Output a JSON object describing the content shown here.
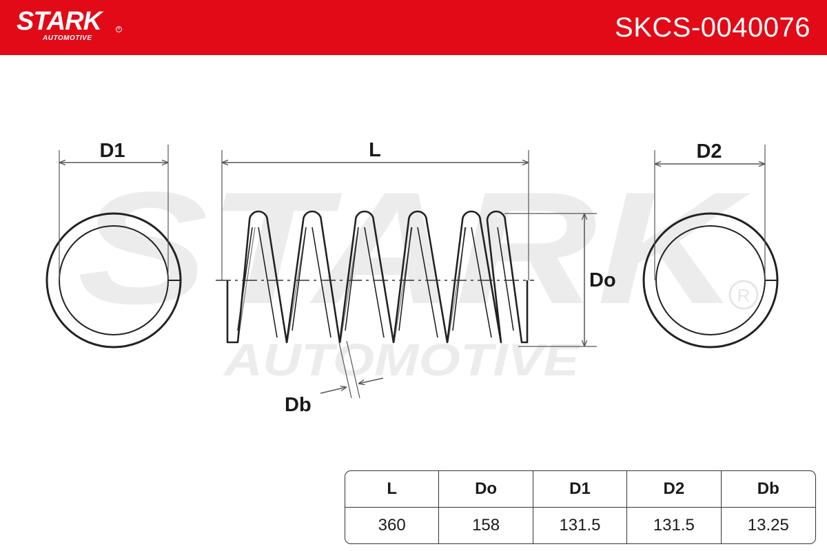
{
  "header": {
    "brand": "STARK",
    "brand_sub": "AUTOMOTIVE",
    "part_number": "SKCS-0040076",
    "color": "#e20a17"
  },
  "watermark": {
    "main": "STARK",
    "sub": "AUTOMOTIVE"
  },
  "diagram": {
    "labels": {
      "d1": "D1",
      "l": "L",
      "d2": "D2",
      "do": "Do",
      "db": "Db"
    }
  },
  "specs": {
    "headers": [
      "L",
      "Do",
      "D1",
      "D2",
      "Db"
    ],
    "values": [
      "360",
      "158",
      "131.5",
      "131.5",
      "13.25"
    ]
  }
}
